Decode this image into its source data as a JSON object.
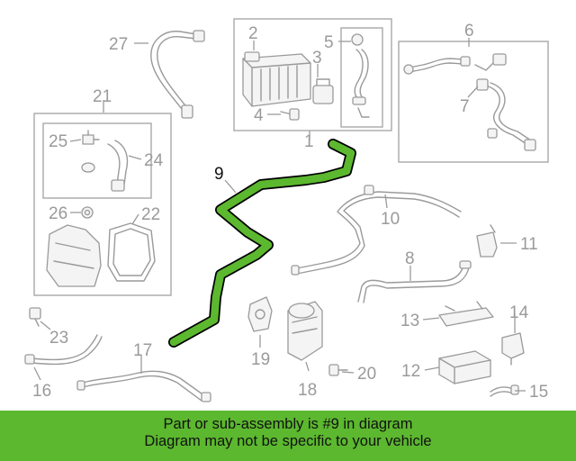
{
  "diagram": {
    "highlighted_part": "9",
    "highlight_color": "#5cb82f",
    "labels": {
      "p1": "1",
      "p2": "2",
      "p3": "3",
      "p4": "4",
      "p5": "5",
      "p6": "6",
      "p7": "7",
      "p8": "8",
      "p9": "9",
      "p10": "10",
      "p11": "11",
      "p12": "12",
      "p13": "13",
      "p14": "14",
      "p15": "15",
      "p16": "16",
      "p17": "17",
      "p18": "18",
      "p19": "19",
      "p20": "20",
      "p21": "21",
      "p22": "22",
      "p23": "23",
      "p24": "24",
      "p25": "25",
      "p26": "26",
      "p27": "27"
    }
  },
  "banner": {
    "line1": "Part or sub-assembly is #9 in diagram",
    "line2": "Diagram may not be specific to your vehicle",
    "background": "#5cb82f"
  }
}
